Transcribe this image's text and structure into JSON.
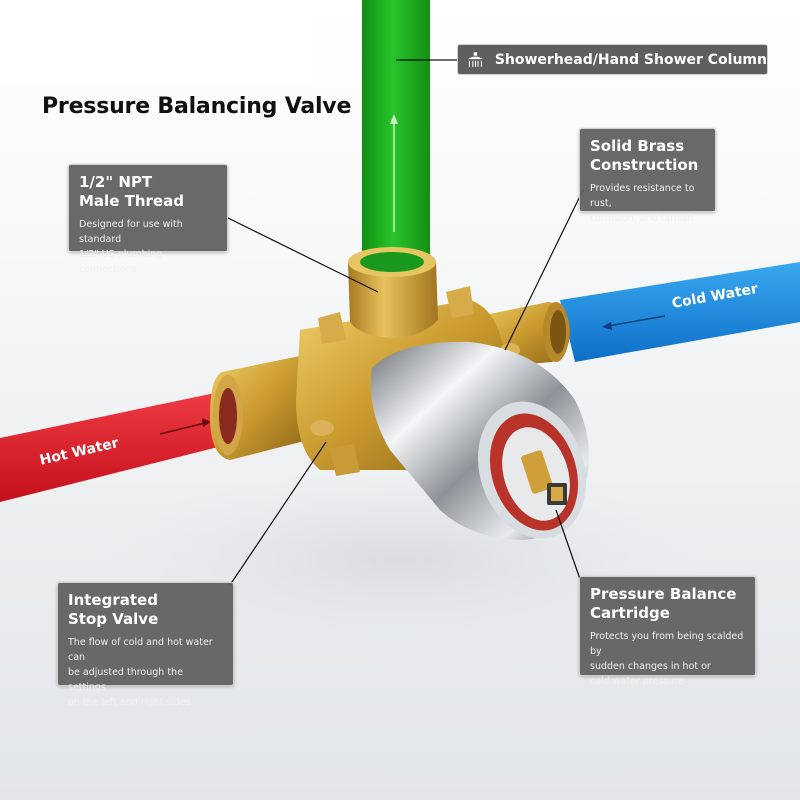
{
  "title": "Pressure Balancing Valve",
  "showerhead_tag": {
    "label": "Showerhead/Hand Shower Column",
    "icon": "showerhead-icon"
  },
  "water": {
    "cold_label": "Cold Water",
    "hot_label": "Hot Water",
    "cold_color": "#1a8fe0",
    "hot_color": "#e0202c",
    "outlet_color": "#1fb31f"
  },
  "callouts": {
    "npt": {
      "line1": "1/2\" NPT",
      "line2": "Male Thread",
      "desc": "Designed for use with standard\n1/2\" US plumbing connections"
    },
    "brass": {
      "line1": "Solid Brass",
      "line2": "Construction",
      "desc": "Provides resistance to rust,\ncorrosion, and tarnish"
    },
    "stop": {
      "line1": "Integrated",
      "line2": "Stop Valve",
      "desc": "The flow of cold and hot water can\nbe adjusted through the settings\non the left and right sides"
    },
    "cartridge": {
      "line1": "Pressure Balance",
      "line2": "Cartridge",
      "desc": "Protects you from being scalded by\nsudden changes in hot or\ncold water pressure"
    }
  },
  "colors": {
    "callout_bg": "#606060",
    "brass": "#c9a13a",
    "chrome": "#c8cdd2"
  }
}
